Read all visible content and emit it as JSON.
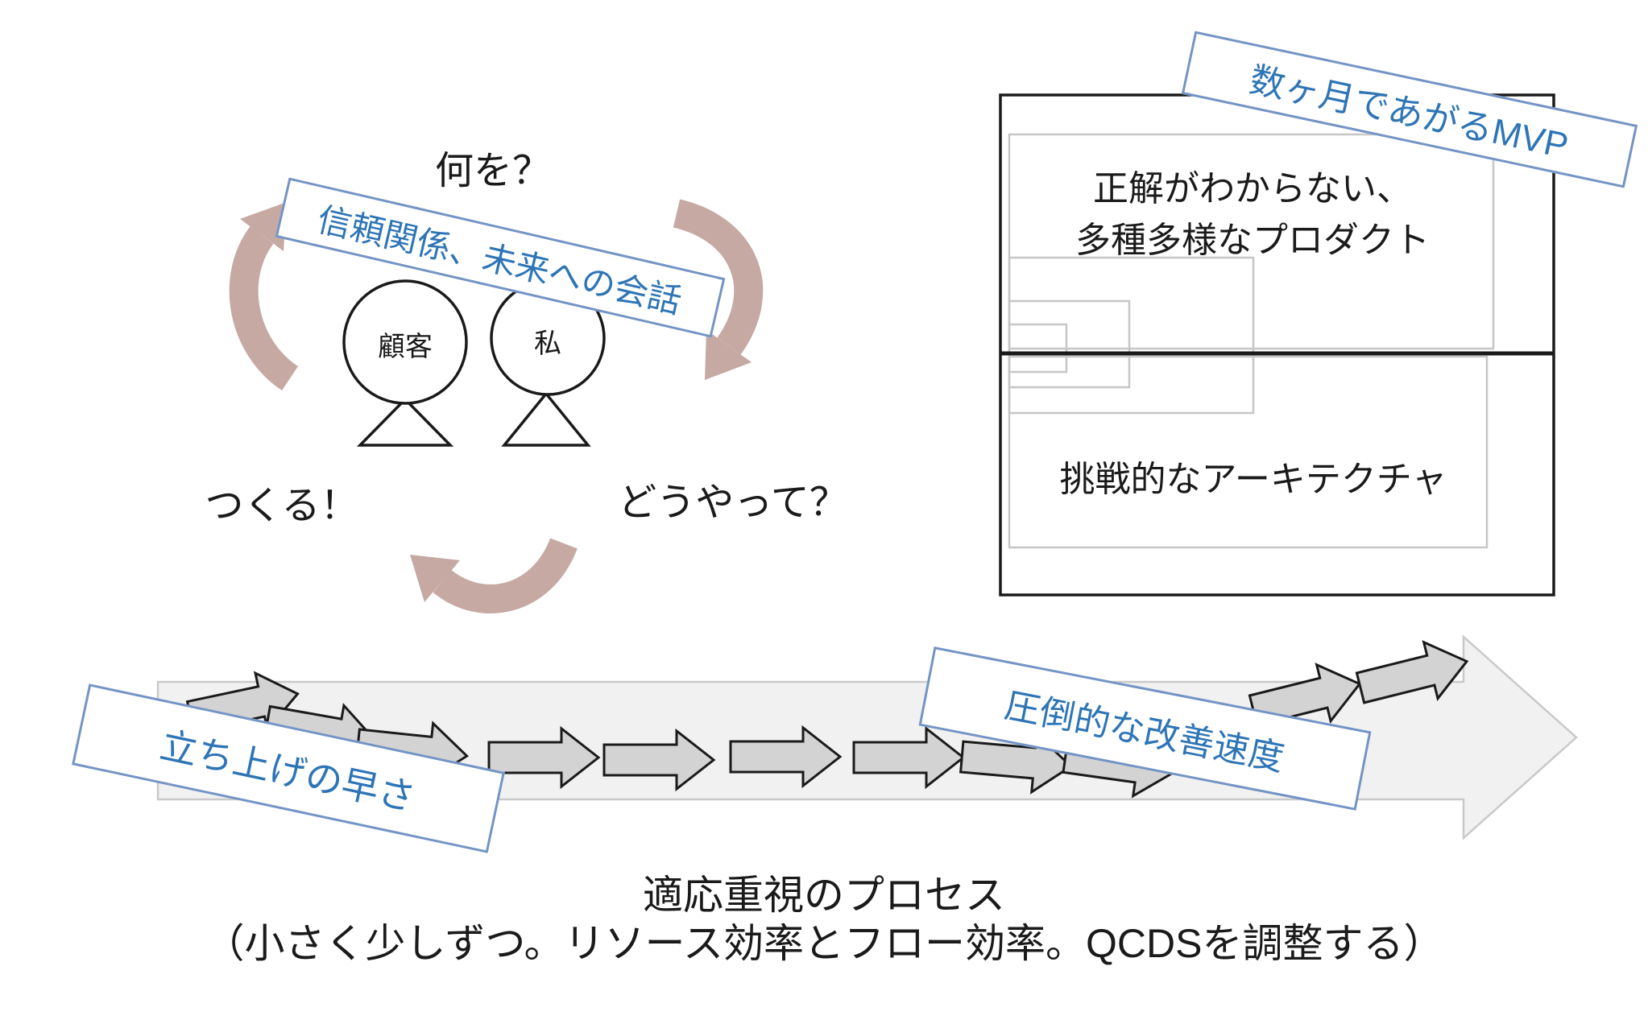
{
  "cycle": {
    "what": "何を？",
    "trust": "信頼関係、未来への会話",
    "customer": "顧客",
    "me": "私",
    "make": "つくる！",
    "how": "どうやって？"
  },
  "product_box": {
    "mvp": "数ヶ月であがるMVP",
    "top": "正解がわからない、\n多種多様なプロダクト",
    "bottom": "挑戦的なアーキテクチャ"
  },
  "process": {
    "startup": "立ち上げの早さ",
    "improvement": "圧倒的な改善速度",
    "caption_line1": "適応重視のプロセス",
    "caption_line2": "（小さく少しずつ。リソース効率とフロー効率。QCDSを調整する）"
  },
  "colors": {
    "accent_blue": "#2E75B6",
    "label_border": "#7494C4",
    "cycle_arrow": "#C5A9A2",
    "process_arrow_fill": "#D3D3D3",
    "big_arrow_fill": "#F1F1F1",
    "big_arrow_stroke": "#C9C9C9",
    "nested_rect": "#C6C6C6"
  }
}
